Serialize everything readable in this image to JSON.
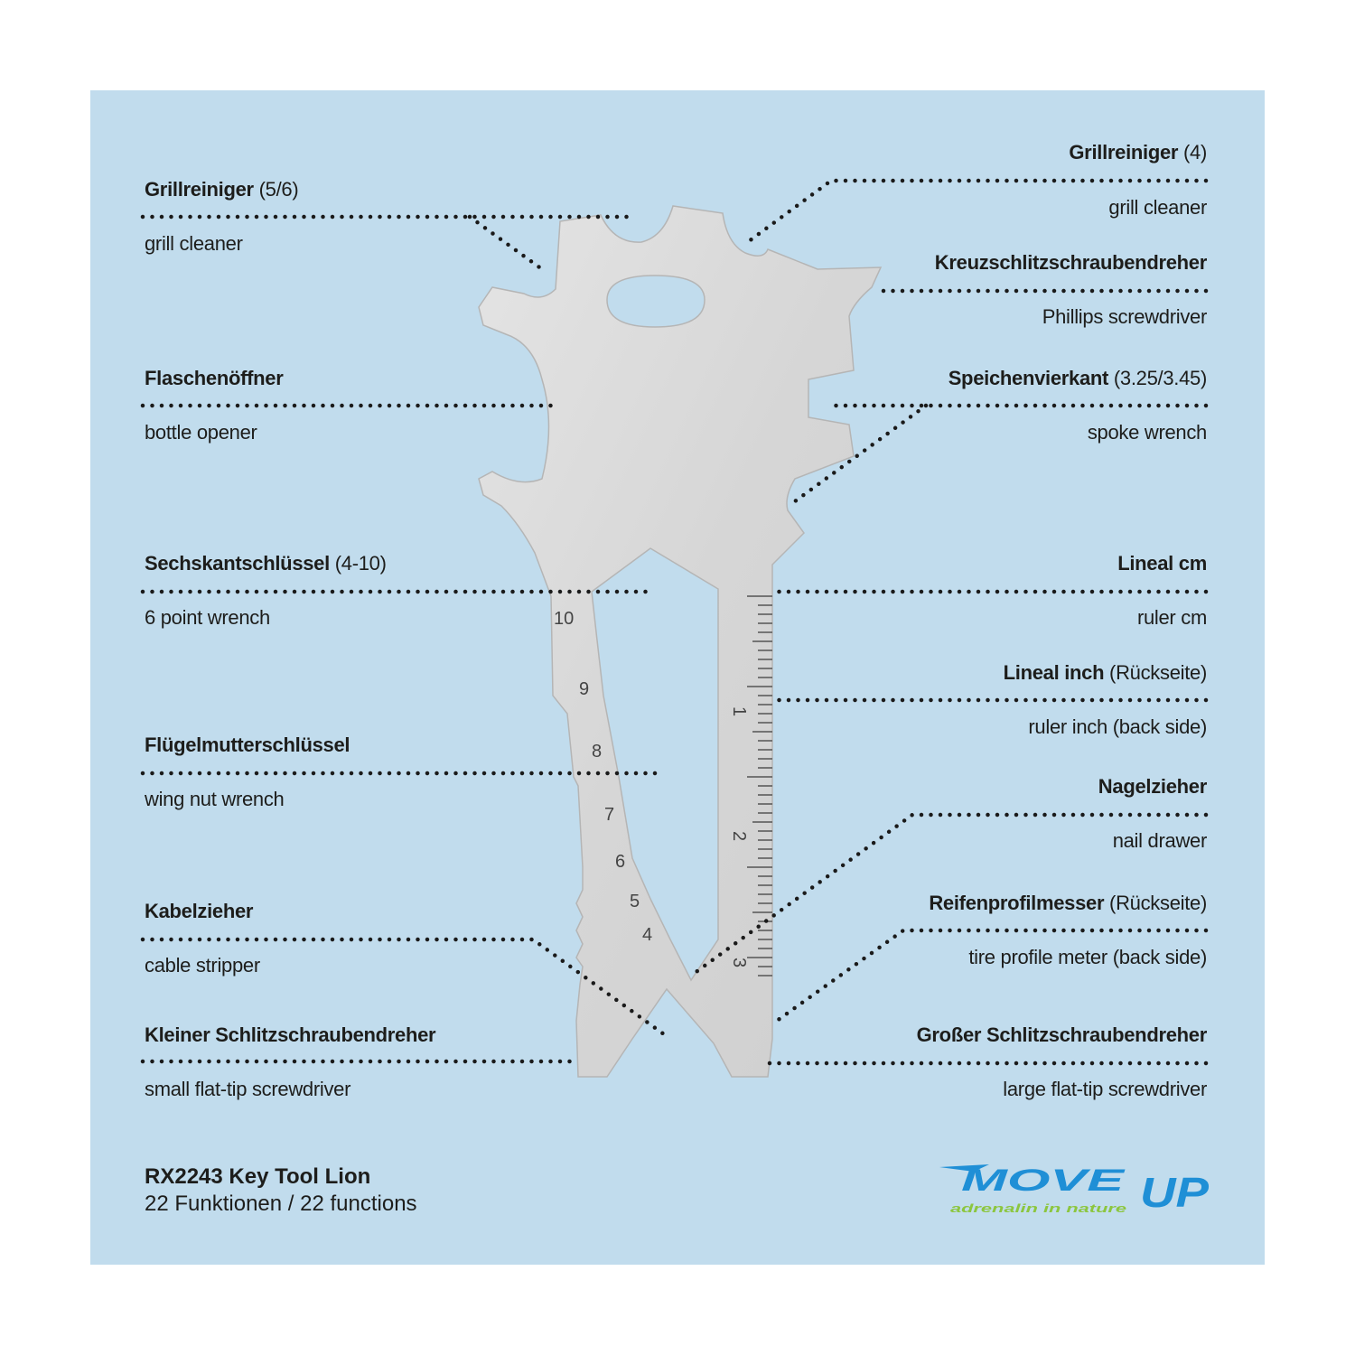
{
  "labels_left": [
    {
      "de": "Grillreiniger",
      "note": "(5/6)",
      "en": "grill cleaner"
    },
    {
      "de": "Flaschenöffner",
      "note": "",
      "en": "bottle opener"
    },
    {
      "de": "Sechskantschlüssel",
      "note": "(4-10)",
      "en": "6 point wrench"
    },
    {
      "de": "Flügelmutterschlüssel",
      "note": "",
      "en": "wing nut wrench"
    },
    {
      "de": "Kabelzieher",
      "note": "",
      "en": "cable stripper"
    },
    {
      "de": "Kleiner Schlitzschraubendreher",
      "note": "",
      "en": "small flat-tip screwdriver"
    }
  ],
  "labels_right": [
    {
      "de": "Grillreiniger",
      "note": "(4)",
      "en": "grill cleaner"
    },
    {
      "de": "Kreuzschlitzschraubendreher",
      "note": "",
      "en": "Phillips screwdriver"
    },
    {
      "de": "Speichenvierkant",
      "note": "(3.25/3.45)",
      "en": "spoke wrench"
    },
    {
      "de": "Lineal cm",
      "note": "",
      "en": "ruler cm"
    },
    {
      "de": "Lineal inch",
      "note": "(Rückseite)",
      "en": "ruler inch (back side)"
    },
    {
      "de": "Nagelzieher",
      "note": "",
      "en": "nail drawer"
    },
    {
      "de": "Reifenprofilmesser",
      "note": "(Rückseite)",
      "en": "tire profile meter (back side)"
    },
    {
      "de": "Großer Schlitzschraubendreher",
      "note": "",
      "en": "large flat-tip screwdriver"
    }
  ],
  "tool": {
    "wrench_sizes": [
      "10",
      "9",
      "8",
      "7",
      "6",
      "5",
      "4"
    ],
    "ruler_numbers": [
      "1",
      "2",
      "3"
    ]
  },
  "footer": {
    "title": "RX2243 Key Tool Lion",
    "subtitle": "22 Funktionen / 22 functions"
  },
  "logo": {
    "name": "MOVE UP",
    "tagline": "adrenalin in nature"
  },
  "colors": {
    "background": "#c1dced",
    "logo_blue": "#1f8fd6",
    "logo_green": "#8cc63f",
    "steel": "#d9d9d9"
  }
}
